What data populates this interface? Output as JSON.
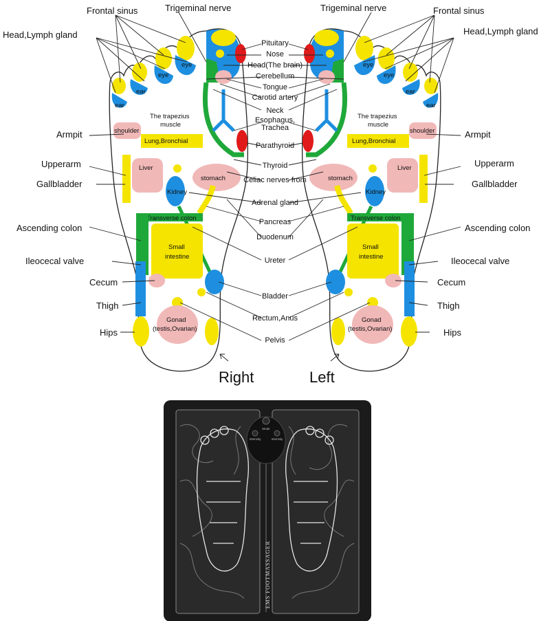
{
  "diagram": {
    "left_side_labels": {
      "frontal_sinus": "Frontal sinus",
      "head_lymph": "Head,Lymph gland",
      "armpit": "Armpit",
      "upperarm": "Upperarm",
      "gallbladder": "Gallbladder",
      "ascending_colon": "Ascending colon",
      "ileocecal": "Ileocecal valve",
      "cecum": "Cecum",
      "thigh": "Thigh",
      "hips": "Hips"
    },
    "right_side_labels": {
      "frontal_sinus": "Frontal sinus",
      "head_lymph": "Head,Lymph gland",
      "armpit": "Armpit",
      "upperarm": "Upperarm",
      "gallbladder": "Gallbladder",
      "ascending_colon": "Ascending colon",
      "ileocecal": "Ileocecal valve",
      "cecum": "Cecum",
      "thigh": "Thigh",
      "hips": "Hips"
    },
    "top_labels": {
      "trigeminal_left": "Trigeminal nerve",
      "trigeminal_right": "Trigeminal nerve"
    },
    "center_labels": {
      "pituitary": "Pituitary",
      "nose": "Nose",
      "head_brain": "Head(The brain)",
      "cerebellum": "Cerebellum",
      "tongue": "Tongue",
      "carotid": "Carotid artery",
      "neck": "Neck",
      "esophagus": "Esophagus,",
      "trachea": "Trachea",
      "parathyroid": "Parathyroid",
      "thyroid": "Thyroid",
      "celiac": "Celiac nerves from",
      "adrenal": "Adrenal gland",
      "pancreas": "Pancreas",
      "duodenum": "Duodenum",
      "ureter": "Ureter",
      "bladder": "Bladder",
      "rectum": "Rectum,Anus",
      "pelvis": "Pelvis"
    },
    "zone_labels": {
      "eye": "eye",
      "ear": "ear",
      "shoulder": "shoulder",
      "trapezius_1": "The trapezius",
      "trapezius_2": "muscle",
      "lung": "Lung,Bronchial",
      "liver": "Liver",
      "stomach": "stomach",
      "kidney": "Kidney",
      "transverse": "Transverse colon",
      "small_1": "Small",
      "small_2": "intestine",
      "gonad_1": "Gonad",
      "gonad_2": "(testis,Ovarian)"
    },
    "captions": {
      "right": "Right",
      "left": "Left"
    }
  },
  "product": {
    "mat_text": "EMS FOOTMASSAGER",
    "button_top": "Mode",
    "button_left": "Intensity",
    "button_right": "Intensity"
  },
  "colors": {
    "yellow": "#f5e400",
    "blue": "#1e8fe0",
    "green": "#1fa83a",
    "pink": "#f1b8b8",
    "red": "#e01a1a",
    "mat_bg": "#1b1b1b"
  }
}
